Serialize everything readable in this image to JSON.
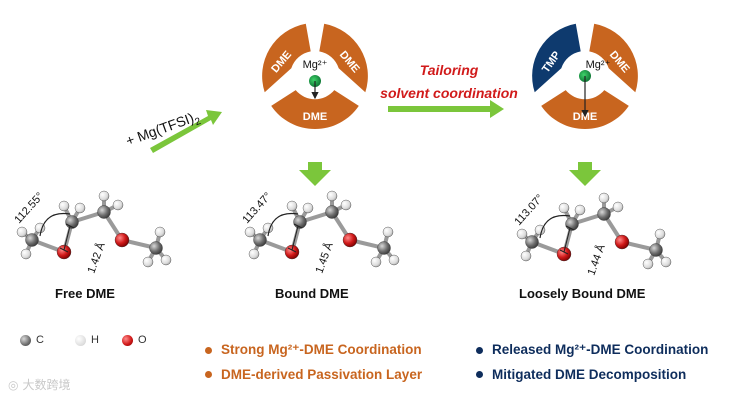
{
  "top_arrow_left": {
    "text": "+ Mg(TFSI)",
    "sub": "2"
  },
  "top_arrow_right": {
    "line1": "Tailoring",
    "line2": "solvent coordination"
  },
  "ring1": {
    "segments": [
      "DME",
      "DME",
      "DME"
    ],
    "center": "Mg²⁺"
  },
  "ring2": {
    "segments": [
      "TMP",
      "DME",
      "DME"
    ],
    "center": "Mg²⁺"
  },
  "molecules": [
    {
      "label": "Free DME",
      "angle": "112.55°",
      "bond": "1.42 Å"
    },
    {
      "label": "Bound DME",
      "angle": "113.47°",
      "bond": "1.45 Å"
    },
    {
      "label": "Loosely Bound DME",
      "angle": "113.07°",
      "bond": "1.44 Å"
    }
  ],
  "legend": [
    {
      "symbol": "C",
      "color": "#6e6e6e"
    },
    {
      "symbol": "H",
      "color": "#e8e8e8"
    },
    {
      "symbol": "O",
      "color": "#d11a1a"
    }
  ],
  "bullets_left": [
    "Strong Mg²⁺-DME Coordination",
    "DME-derived Passivation Layer"
  ],
  "bullets_right": [
    "Released Mg²⁺-DME Coordination",
    "Mitigated DME Decomposition"
  ],
  "colors": {
    "orange": "#c8651f",
    "navy": "#0e3a6e",
    "green_arrow": "#7bc63b",
    "red_text": "#d11a1a",
    "left_bullet_text": "#c8651f",
    "right_bullet_text": "#0e2d5c"
  },
  "watermark": "大数跨境"
}
